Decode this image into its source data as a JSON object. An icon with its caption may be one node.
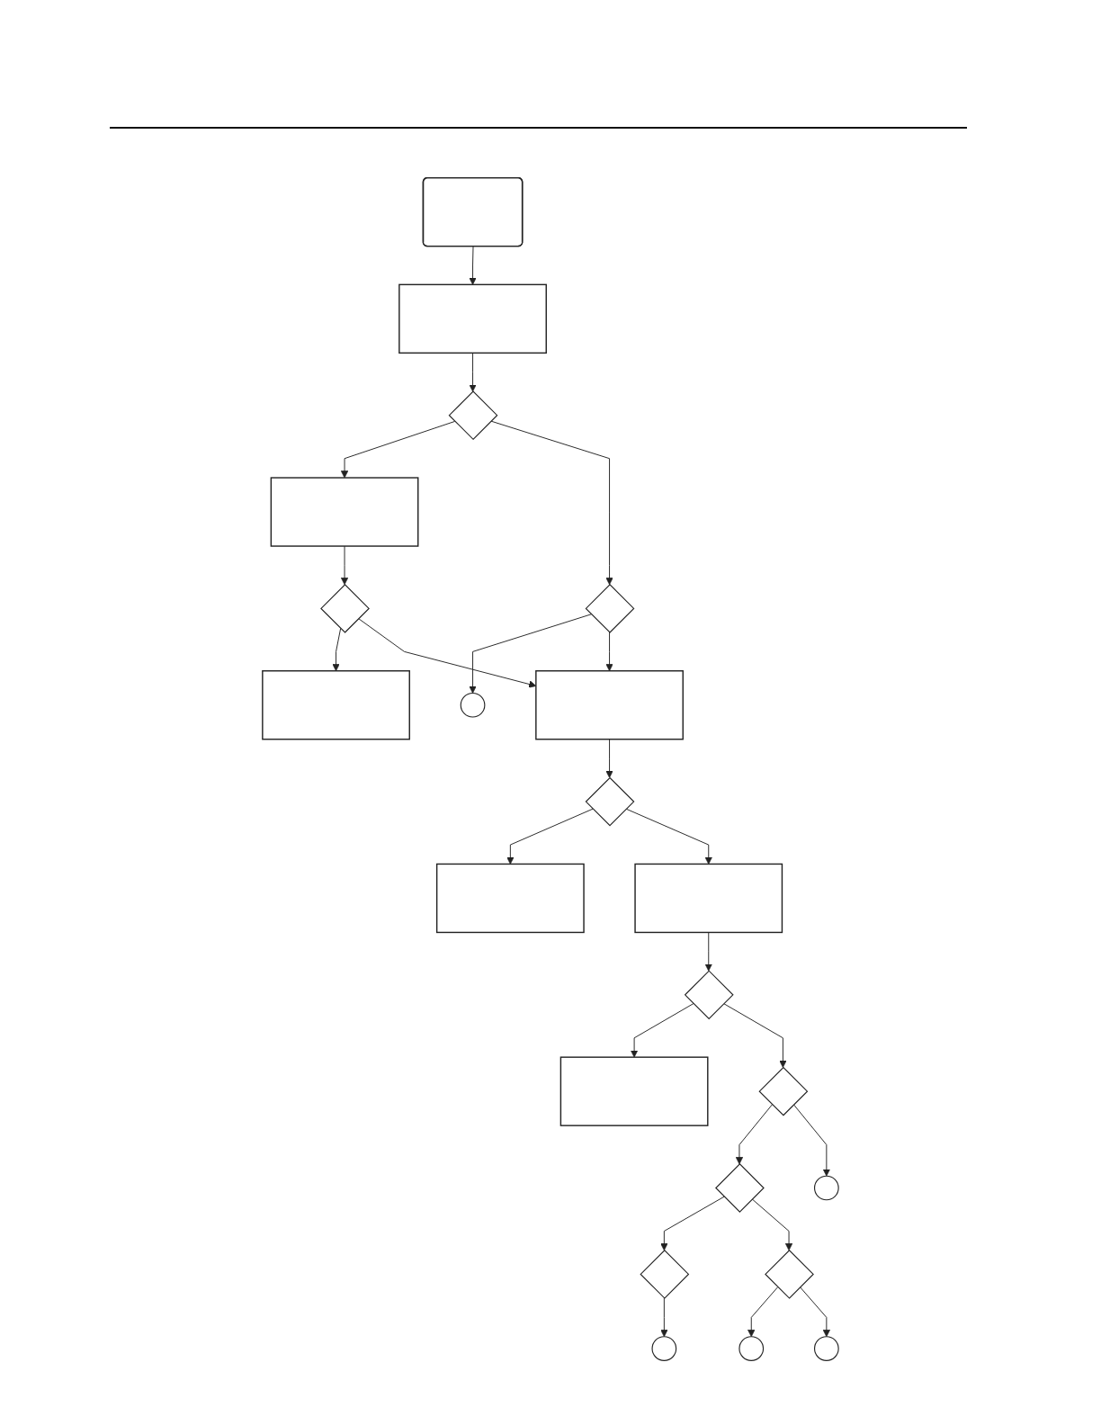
{
  "diagram": {
    "nodes": [
      {
        "text": [],
        "shape": "rounded"
      },
      {
        "text": [],
        "shape": "box"
      },
      {
        "text": [],
        "shape": "diamond"
      },
      {
        "text": [],
        "shape": "box"
      },
      {
        "text": [],
        "shape": "diamond"
      },
      {
        "text": [],
        "shape": "box"
      },
      {
        "text": [],
        "shape": "diamond"
      },
      {
        "text": [],
        "shape": "circle"
      },
      {
        "text": [],
        "shape": "box"
      },
      {
        "text": [],
        "shape": "diamond"
      },
      {
        "text": [],
        "shape": "box"
      },
      {
        "text": [],
        "shape": "box"
      },
      {
        "text": [],
        "shape": "diamond"
      },
      {
        "text": [],
        "shape": "box"
      },
      {
        "text": [],
        "shape": "diamond"
      },
      {
        "text": [],
        "shape": "diamond"
      },
      {
        "text": [],
        "shape": "diamond"
      },
      {
        "text": [],
        "shape": "circle"
      },
      {
        "text": [],
        "shape": "circle"
      },
      {
        "text": [],
        "shape": "diamond"
      },
      {
        "text": [],
        "shape": "circle"
      },
      {
        "text": [],
        "shape": "circle"
      }
    ],
    "edges": [
      {
        "from": 0,
        "to": 1,
        "arrow": "to"
      },
      {
        "from": 1,
        "to": 2,
        "arrow": "to"
      },
      {
        "from": 2,
        "to": 3,
        "arrow": "to"
      },
      {
        "from": 3,
        "to": 4,
        "arrow": "to"
      },
      {
        "from": 4,
        "to": 5,
        "arrow": "to"
      },
      {
        "from": 2,
        "to": 6,
        "arrow": "to"
      },
      {
        "from": 6,
        "to": 7,
        "arrow": "to"
      },
      {
        "from": 6,
        "to": 8,
        "arrow": "to"
      },
      {
        "from": 4,
        "to": 8,
        "arrow": "to"
      },
      {
        "from": 8,
        "to": 9,
        "arrow": "to"
      },
      {
        "from": 9,
        "to": 10,
        "arrow": "to"
      },
      {
        "from": 9,
        "to": 11,
        "arrow": "to"
      },
      {
        "from": 11,
        "to": 12,
        "arrow": "to"
      },
      {
        "from": 12,
        "to": 13,
        "arrow": "to"
      },
      {
        "from": 12,
        "to": 14,
        "arrow": "to"
      },
      {
        "from": 14,
        "to": 15,
        "arrow": "to"
      },
      {
        "from": 15,
        "to": 16,
        "arrow": "to"
      },
      {
        "from": 14,
        "to": 17,
        "arrow": "to"
      },
      {
        "from": 16,
        "to": 18,
        "arrow": "to"
      },
      {
        "from": 15,
        "to": 19,
        "arrow": "to"
      },
      {
        "from": 19,
        "to": 20,
        "arrow": "to"
      },
      {
        "from": 19,
        "to": 21,
        "arrow": "to"
      }
    ]
  }
}
